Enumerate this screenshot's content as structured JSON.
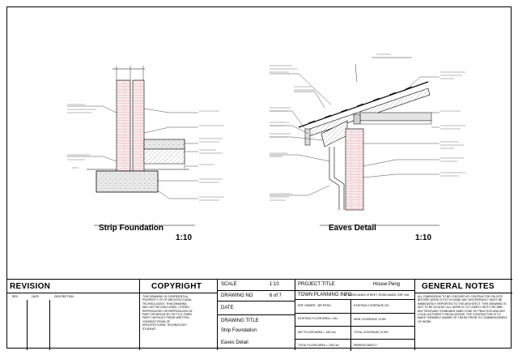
{
  "drawings": {
    "left_title": "Strip Foundation",
    "left_scale": "1:10",
    "right_title": "Eaves Detail",
    "right_scale": "1:10"
  },
  "title_block": {
    "revision": {
      "header": "REVISION",
      "columns": [
        "REV",
        "DATE",
        "DESCRIPTION"
      ]
    },
    "copyright": {
      "header": "COPYRIGHT",
      "text": "THIS DRAWING IS CONFIDENTIAL PROPERTY OF OF ARCHITECTURAL TECHNOLOGIST. THIS DRAWING MAY NOT BE DISCLOSED, COPIED, REPRODUCED OR REPRODUCED IN PART OR WHOLE BY OR TO A THIRD PARTY WITHOUT PRIOR WRITTEN CONSENT FROM OF ARCHITECTURAL TECHNOLOGY STUDENT"
    },
    "scale_label": "SCALE",
    "scale_value": "1:10",
    "drawing_no_label": "DRAWING NO",
    "drawing_no_value": "6 of 7",
    "date_label": "DATE",
    "drawing_title_label": "DRAWING TITLE",
    "drawing_title_1": "Strip Foundation",
    "drawing_title_2": "Eaves Detail",
    "project_title_label": "PROJECT TITLE",
    "project_title_value": "House Peng",
    "town_planning_label": "TOWN PLANNING INFO",
    "address": "32 ROSELANDS STREET, ROSELANDS, ERF 416",
    "planning_rows": [
      [
        "ERF OWNER - MR PENG",
        "EXISTING COVERAGE 0%"
      ],
      [
        "EXISTING FLOOR AREA = 0m²",
        "NEW COVERAGE 12.8%"
      ],
      [
        "NET FLOOR AREA = 135.1m²",
        "TOTAL COVERAGE 12.8%"
      ],
      [
        "TOTAL FLOOR AREA = 135.1m²",
        "PARKING BAYS 0"
      ]
    ],
    "general_notes": {
      "header": "GENERAL NOTES",
      "text": "ALL DIMENSIONS TO BE CHECKED BY CONTRACTOR ON SITE. BEFORE WORK IS PUT IN HAND ANY DISCREPANCY MUST BE IMMEDIATELY REPORTED TO THE ARCHITECT. THIS DRAWING IS NOT TO BE SCALED. ALL WORK IS TO COMPLY WITH THE NBR, ANY RELEVANT STANDARD SABS CODE OF PRACTICE AND ANY LOCAL AUTHORITY REGULATIONS. THE CONTRACTOR IS TO MAKE THEMSELF AWARE OF THESE PRIOR TO COMMENCEMENT OF WORK."
    }
  }
}
